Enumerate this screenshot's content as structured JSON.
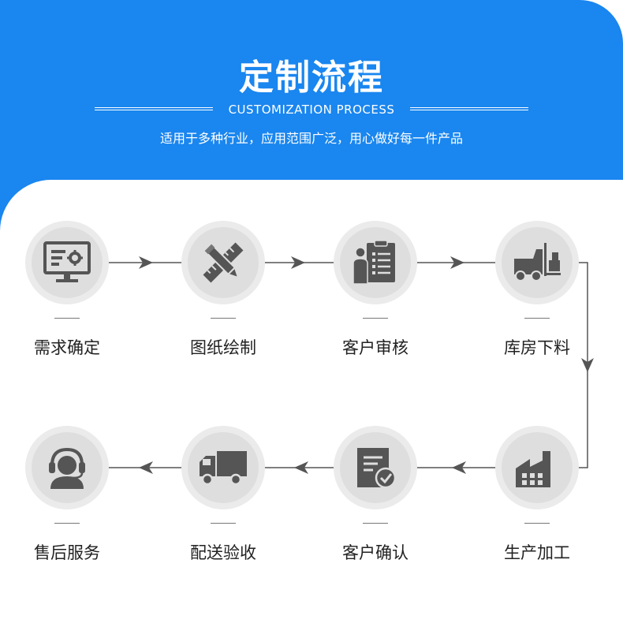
{
  "header": {
    "title": "定制流程",
    "subtitle": "CUSTOMIZATION PROCESS",
    "tagline": "适用于多种行业，应用范围广泛，用心做好每一件产品"
  },
  "colors": {
    "banner": "#1a86ef",
    "icon": "#555555",
    "connector": "#555555"
  },
  "steps": [
    {
      "label": "需求确定",
      "icon": "monitor-settings-icon"
    },
    {
      "label": "图纸绘制",
      "icon": "pencil-ruler-icon"
    },
    {
      "label": "客户审核",
      "icon": "clipboard-person-icon"
    },
    {
      "label": "库房下料",
      "icon": "forklift-icon"
    },
    {
      "label": "生产加工",
      "icon": "factory-icon"
    },
    {
      "label": "客户确认",
      "icon": "document-check-icon"
    },
    {
      "label": "配送验收",
      "icon": "delivery-truck-icon"
    },
    {
      "label": "售后服务",
      "icon": "headset-support-icon"
    }
  ]
}
